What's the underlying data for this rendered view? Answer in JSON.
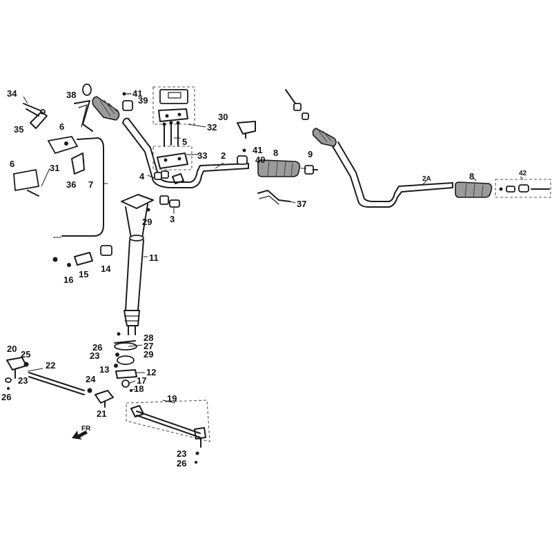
{
  "callouts": {
    "c2": "2",
    "c2a": "2A",
    "c3": "3",
    "c4": "4",
    "c5": "5",
    "c6a": "6",
    "c6b": "6",
    "c7": "7",
    "c8a": "8",
    "c8b": "8",
    "c9": "9",
    "c11": "11",
    "c12": "12",
    "c13": "13",
    "c14": "14",
    "c15": "15",
    "c16": "16",
    "c17": "17",
    "c18": "18",
    "c19": "19",
    "c20": "20",
    "c21": "21",
    "c22": "22",
    "c23a": "23",
    "c23b": "23",
    "c23c": "23",
    "c24": "24",
    "c25": "25",
    "c26a": "26",
    "c26b": "26",
    "c26c": "26",
    "c27": "27",
    "c28": "28",
    "c29a": "29",
    "c29b": "29",
    "c30": "30",
    "c31": "31",
    "c32": "32",
    "c33": "33",
    "c34": "34",
    "c35": "35",
    "c36": "36",
    "c37": "37",
    "c38": "38",
    "c39": "39",
    "c40": "40",
    "c41a": "41",
    "c41b": "41",
    "c42": "42"
  },
  "icons": {
    "front_arrow": "front-direction-arrow-icon"
  }
}
